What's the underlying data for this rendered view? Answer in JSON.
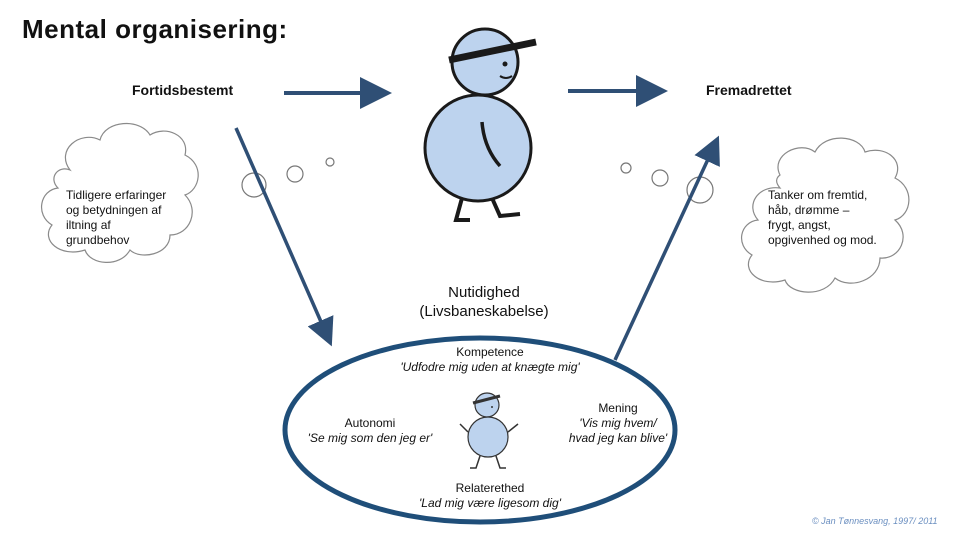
{
  "title": "Mental organisering:",
  "left_label": "Fortidsbestemt",
  "right_label": "Fremadrettet",
  "left_thought": [
    "Tidligere erfaringer",
    "og betydningen af",
    "iltning af",
    "grundbehov"
  ],
  "right_thought": [
    "Tanker om fremtid,",
    "håb, drømme –",
    "frygt, angst,",
    "opgivenhed og mod."
  ],
  "center_label": [
    "Nutidighed",
    "(Livsbaneskabelse)"
  ],
  "needs": {
    "kompetence": {
      "name": "Kompetence",
      "quote": "'Udfodre mig uden at knægte mig'"
    },
    "autonomi": {
      "name": "Autonomi",
      "quote": "'Se mig som den jeg er'"
    },
    "mening": {
      "name": "Mening",
      "quote": [
        "'Vis mig hvem/",
        "hvad jeg kan blive'"
      ]
    },
    "relaterethed": {
      "name": "Relaterethed",
      "quote": "'Lad mig være ligesom dig'"
    }
  },
  "copyright": "© Jan Tønnesvang, 1997/ 2011",
  "colors": {
    "arrow": "#2f4f75",
    "figure_fill": "#bdd3ee",
    "ellipse": "#1f4e79"
  }
}
